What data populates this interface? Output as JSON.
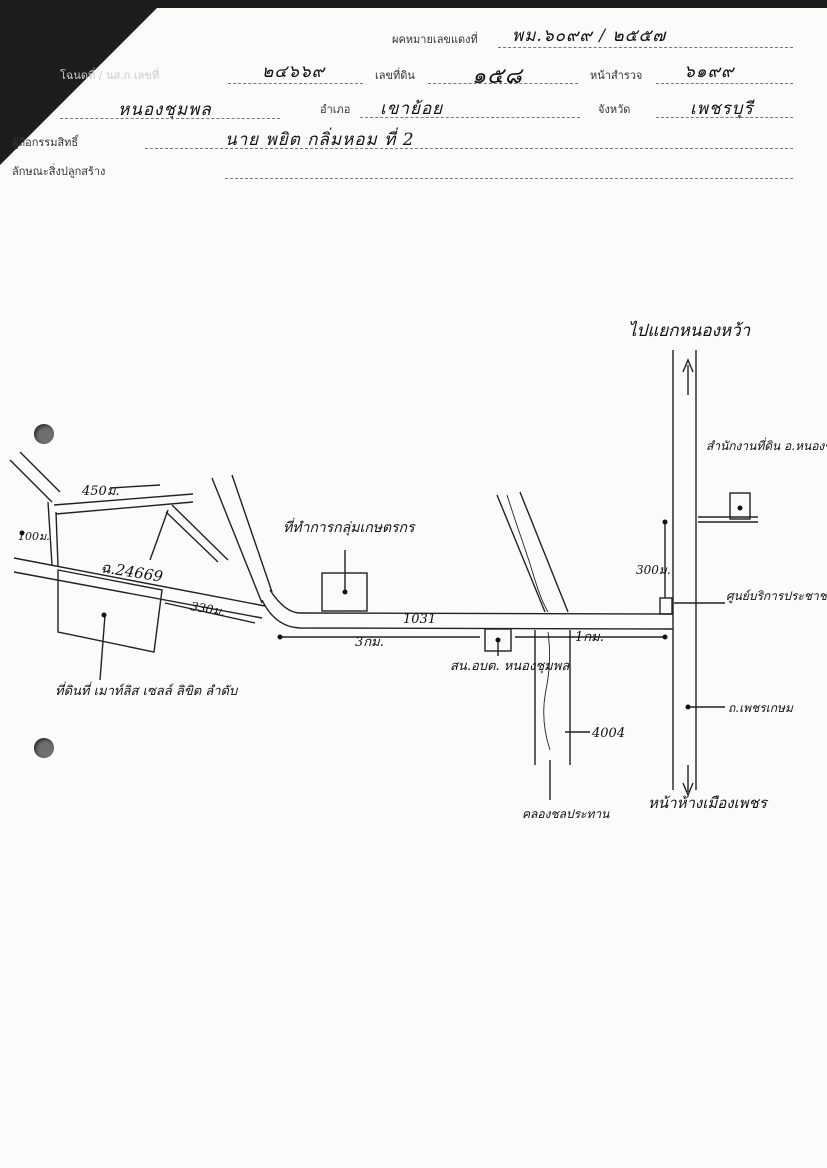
{
  "header": {
    "memo_label": "ผคหมายเลขแดงที่",
    "memo_value": "พม.๖๐๙๙ / ๒๕๕๗",
    "deed_label": "โฉนดที่ / นส.ก เลขที่",
    "deed_value": "๒๔๖๖๙",
    "land_no_label": "เลขที่ดิน",
    "land_no_value": "๑๕๘",
    "survey_label": "หน้าสำรวจ",
    "survey_value": "๖๑๙๙",
    "subdistrict_value": "หนองชุมพล",
    "district_label": "อำเภอ",
    "district_value": "เขาย้อย",
    "province_label": "จังหวัด",
    "province_value": "เพชรบุรี",
    "owner_label": "ผู้ถือกรรมสิทธิ์",
    "owner_value": "นาย พยิต กลิ่มหอม ที่ 2",
    "building_label": "ลักษณะสิ่งปลูกสร้าง",
    "building_value": ""
  },
  "map": {
    "to_north": "ไปแยกหนองหว้า",
    "land_office": "สำนักงานที่ดิน อ.หนองช้อง",
    "dist_450": "450ม.",
    "dist_100": "100ม.",
    "parcel": "ฉ.24669",
    "dist_330": "330ม.",
    "farmer_group": "ที่ทำการกลุ่มเกษตรกร",
    "route_1031": "1031",
    "dist_3km": "3กม.",
    "tambon_office": "สน.อบต. หนองชุมพล",
    "dist_1km": "1กม.",
    "dist_300": "300ม.",
    "info_center": "ศูนย์บริการประชาชน แยกวัดไผ่",
    "phetkasem": "ถ.เพชรเกษม",
    "route_4004": "4004",
    "canal": "คลองชลประทาน",
    "to_south": "หน้าห้างเมืองเพชร",
    "subject": "ที่ดินที่ เมาท์ลิส เซลล์ ลิขิต ลำดับ"
  }
}
